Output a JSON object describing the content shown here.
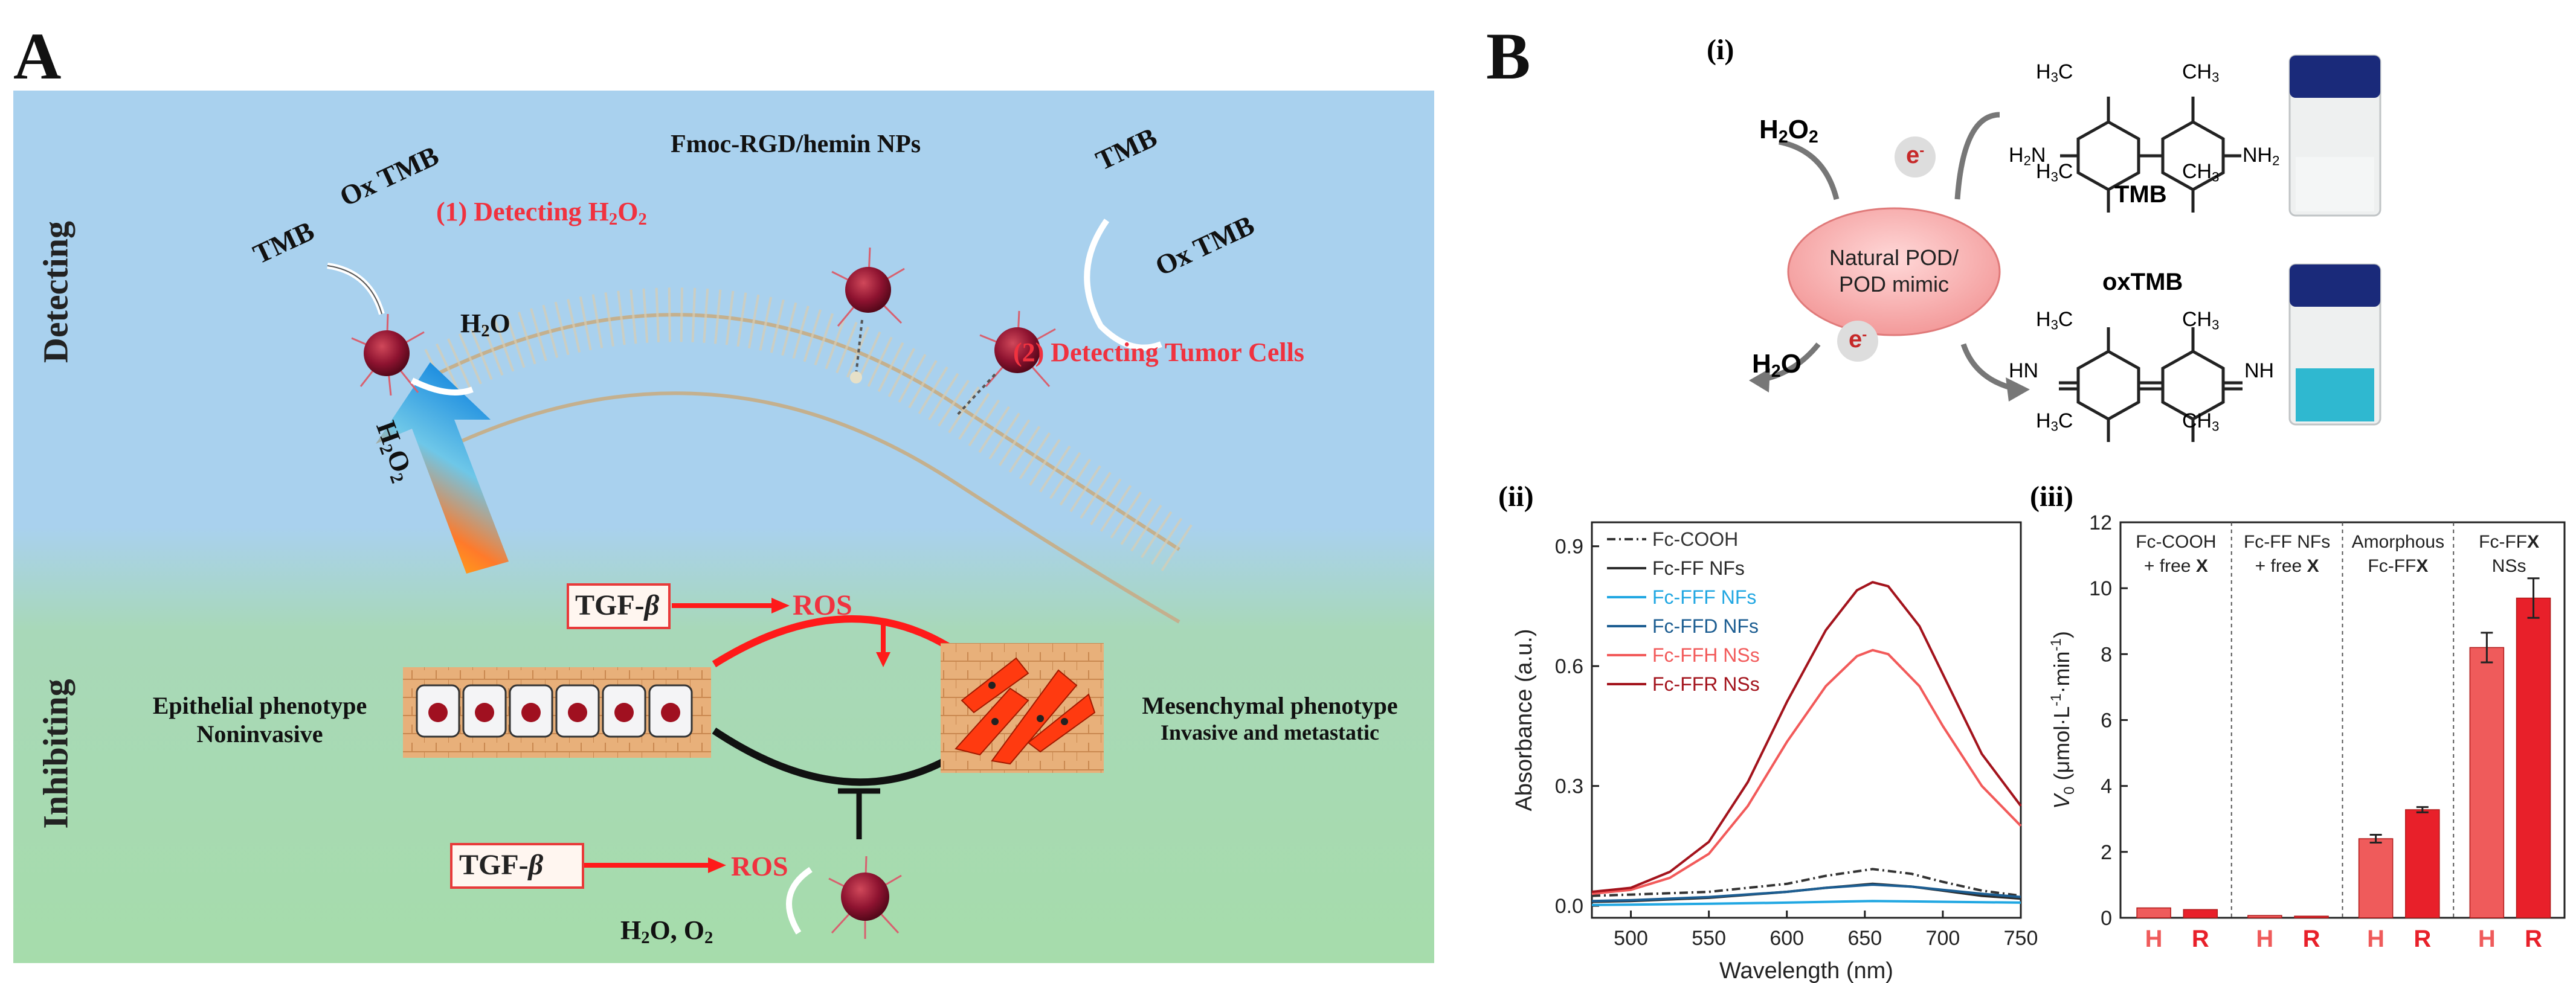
{
  "figure": {
    "panel_a_letter": "A",
    "panel_b_letter": "B"
  },
  "panel_a": {
    "side_top": "Detecting",
    "side_bottom": "Inhibiting",
    "nps_label": "Fmoc-RGD/hemin NPs",
    "detect1": "(1) Detecting H",
    "detect1_sub": "2",
    "detect1_tail": "O",
    "detect1_sub2": "2",
    "detect2": "(2) Detecting Tumor Cells",
    "tmb_left": "TMB",
    "oxtmb_left": "Ox TMB",
    "tmb_right": "TMB",
    "oxtmb_right": "Ox TMB",
    "h2o": "H",
    "h2o_sub": "2",
    "h2o_tail": "O",
    "arrow_label": "H",
    "arrow_sub1": "2",
    "arrow_mid": "O",
    "arrow_sub2": "2",
    "tgf_top": "TGF-",
    "tgf_beta": "β",
    "ros_top": "ROS",
    "tgf_bottom": "TGF-",
    "ros_bottom": "ROS",
    "epi_line1": "Epithelial  phenotype",
    "epi_line2": "Noninvasive",
    "mes_line1": "Mesenchymal phenotype",
    "mes_line2": "Invasive and metastatic",
    "products": "H",
    "products_sub": "2",
    "products_mid": "O, O",
    "products_sub2": "2"
  },
  "panel_b": {
    "sub_i": "(i)",
    "sub_ii": "(ii)",
    "sub_iii": "(iii)",
    "h2o2": "H",
    "h2o2_sub": "2",
    "h2o2_tail": "O",
    "h2o2_sub2": "2",
    "h2o_prod": "H",
    "h2o_prod_sub": "2",
    "h2o_prod_tail": "O",
    "electron": "e",
    "electron_sup": "-",
    "ellipse_line1": "Natural POD/",
    "ellipse_line2": "POD mimic",
    "tmb_name": "TMB",
    "oxtmb_name": "oxTMB",
    "h3c": "H",
    "h3c_sub": "3",
    "h3c_tail": "C",
    "ch3": "CH",
    "ch3_sub": "3",
    "h2n": "H",
    "h2n_sub": "2",
    "h2n_tail": "N",
    "nh2": "NH",
    "nh2_sub": "2",
    "hn": "HN",
    "nh": "NH"
  },
  "chart_data": [
    {
      "type": "line",
      "xlabel": "Wavelength (nm)",
      "ylabel": "Absorbance (a.u.)",
      "xlim": [
        475,
        750
      ],
      "ylim": [
        -0.03,
        0.96
      ],
      "xticks": [
        500,
        550,
        600,
        650,
        700,
        750
      ],
      "yticks": [
        0.0,
        0.3,
        0.6,
        0.9
      ],
      "legend_placement": "top-left",
      "series": [
        {
          "name": "Fc-COOH",
          "color": "#333333",
          "dash": "dashdot",
          "x": [
            475,
            500,
            550,
            600,
            625,
            655,
            680,
            700,
            725,
            750
          ],
          "values": [
            0.025,
            0.028,
            0.035,
            0.055,
            0.075,
            0.092,
            0.08,
            0.06,
            0.038,
            0.025
          ]
        },
        {
          "name": "Fc-FF NFs",
          "color": "#2b2b2b",
          "dash": "solid",
          "x": [
            475,
            500,
            550,
            600,
            625,
            655,
            680,
            700,
            725,
            750
          ],
          "values": [
            0.01,
            0.012,
            0.02,
            0.035,
            0.045,
            0.055,
            0.048,
            0.038,
            0.025,
            0.018
          ]
        },
        {
          "name": "Fc-FFF NFs",
          "color": "#21a7e2",
          "dash": "solid",
          "x": [
            475,
            500,
            550,
            600,
            655,
            700,
            750
          ],
          "values": [
            0.002,
            0.003,
            0.005,
            0.008,
            0.012,
            0.01,
            0.008
          ]
        },
        {
          "name": "Fc-FFD NFs",
          "color": "#1c5d91",
          "dash": "solid",
          "x": [
            475,
            500,
            550,
            600,
            625,
            655,
            680,
            700,
            725,
            750
          ],
          "values": [
            0.012,
            0.014,
            0.022,
            0.035,
            0.045,
            0.053,
            0.048,
            0.04,
            0.03,
            0.022
          ]
        },
        {
          "name": "Fc-FFH NSs",
          "color": "#f25a5a",
          "dash": "solid",
          "x": [
            475,
            500,
            525,
            550,
            575,
            600,
            625,
            645,
            655,
            665,
            685,
            700,
            725,
            750
          ],
          "values": [
            0.03,
            0.04,
            0.07,
            0.13,
            0.25,
            0.41,
            0.55,
            0.625,
            0.64,
            0.63,
            0.55,
            0.45,
            0.3,
            0.2
          ]
        },
        {
          "name": "Fc-FFR NSs",
          "color": "#a3131c",
          "dash": "solid",
          "x": [
            475,
            500,
            525,
            550,
            575,
            600,
            625,
            645,
            655,
            665,
            685,
            700,
            725,
            750
          ],
          "values": [
            0.035,
            0.045,
            0.085,
            0.16,
            0.31,
            0.51,
            0.69,
            0.79,
            0.81,
            0.8,
            0.7,
            0.58,
            0.38,
            0.25
          ]
        }
      ]
    },
    {
      "type": "bar",
      "ylabel_main": "V",
      "ylabel_sub": "0",
      "ylabel_tail": " (μmol·L",
      "ylabel_sup1": "-1",
      "ylabel_mid": "·min",
      "ylabel_sup2": "-1",
      "ylabel_end": ")",
      "ylim": [
        0,
        12
      ],
      "yticks": [
        0,
        2,
        4,
        6,
        8,
        10,
        12
      ],
      "groups": [
        {
          "header_line1": "Fc-COOH",
          "header_line2_pre": "+ free ",
          "header_line2_bold": "X"
        },
        {
          "header_line1": "Fc-FF NFs",
          "header_line2_pre": "+ free ",
          "header_line2_bold": "X"
        },
        {
          "header_line1": "Amorphous",
          "header_line2_pre": "Fc-FF",
          "header_line2_bold": "X"
        },
        {
          "header_line1_pre": "Fc-FF",
          "header_line1_bold": "X",
          "header_line2_pre": "NSs",
          "header_line2_bold": ""
        }
      ],
      "categories": [
        "H",
        "R",
        "H",
        "R",
        "H",
        "R",
        "H",
        "R"
      ],
      "category_colors": [
        "#ef5b5b",
        "#e8202a",
        "#ef5b5b",
        "#e8202a",
        "#ef5b5b",
        "#e8202a",
        "#ef5b5b",
        "#e8202a"
      ],
      "values": [
        0.3,
        0.25,
        0.07,
        0.05,
        2.4,
        3.28,
        8.2,
        9.7
      ],
      "errors": [
        0.0,
        0.0,
        0.0,
        0.0,
        0.12,
        0.08,
        0.45,
        0.6
      ]
    }
  ]
}
